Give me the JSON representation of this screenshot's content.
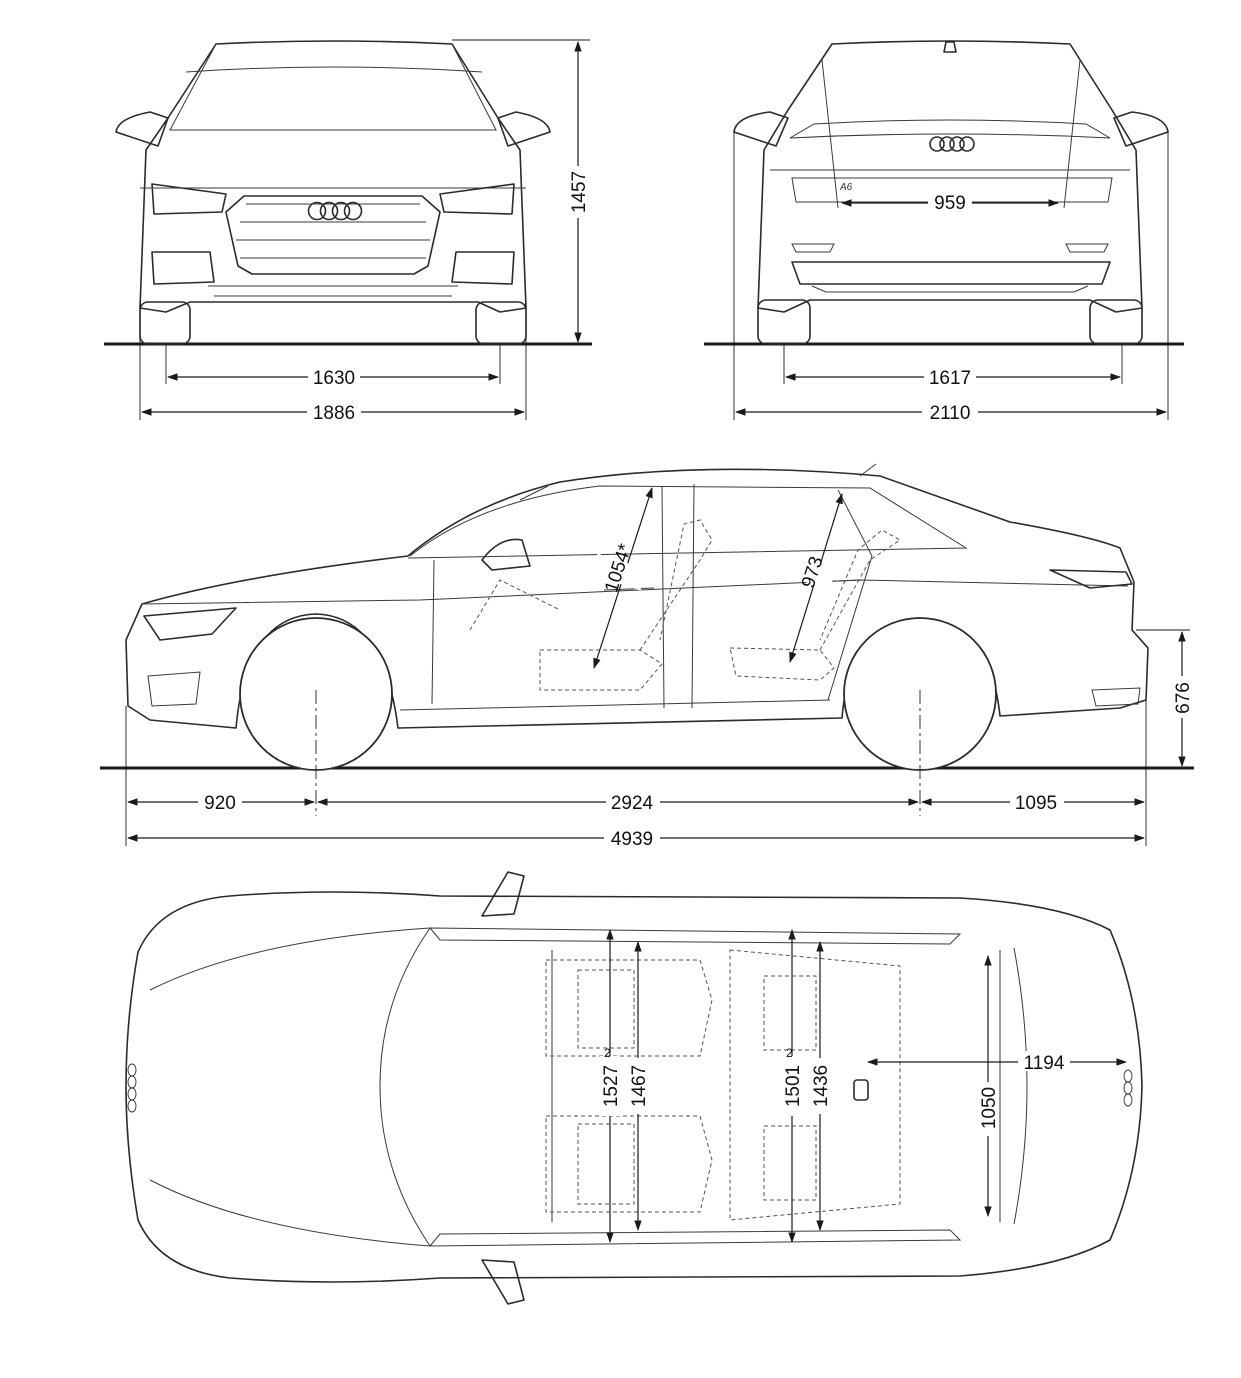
{
  "views": {
    "front": {
      "height": "1457",
      "track": "1630",
      "width": "1886"
    },
    "rear": {
      "trunk_opening": "959",
      "track": "1617",
      "width_mirrors": "2110"
    },
    "side": {
      "headroom_front": "1054*",
      "headroom_rear": "973",
      "sill_height": "676",
      "front_overhang": "920",
      "wheelbase": "2924",
      "rear_overhang": "1095",
      "length": "4939"
    },
    "top": {
      "front_shoulder": "1527",
      "front_shoulder_sup": "2",
      "front_elbow": "1467",
      "rear_shoulder": "1501",
      "rear_shoulder_sup": "2",
      "rear_elbow": "1436",
      "trunk_width": "1050",
      "trunk_length": "1194"
    }
  },
  "badges": {
    "rear_model_badge": "A6"
  }
}
